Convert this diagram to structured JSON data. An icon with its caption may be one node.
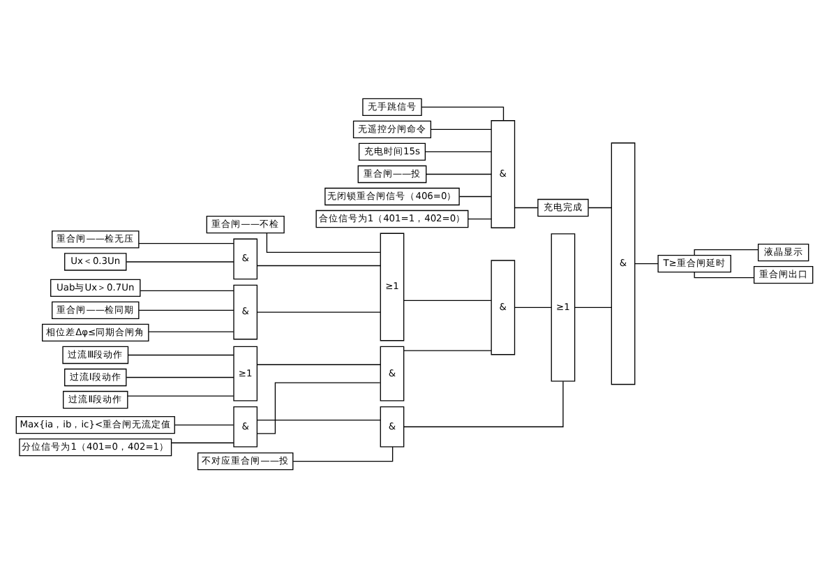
{
  "diagram": {
    "nodes": [
      {
        "text": [
          "重合闸——投"
        ]
      },
      {
        "text": [
          "无闭锁重合闸信号（406=0）"
        ]
      },
      {
        "text": [
          "合位信号为1（401=1，402=0）"
        ]
      },
      {
        "text": [
          "无手跳信号"
        ]
      },
      {
        "text": [
          "无遥控分闸命令"
        ]
      },
      {
        "text": [
          "充电时间15s"
        ]
      },
      {
        "text": [
          "&"
        ]
      },
      {
        "text": [
          "充电完成"
        ]
      },
      {
        "text": [
          "重合闸——不检"
        ]
      },
      {
        "text": [
          "重合闸——检无压"
        ]
      },
      {
        "text": [
          "Ux＜0.3Un"
        ]
      },
      {
        "text": [
          "&"
        ]
      },
      {
        "text": [
          "重合闸——检同期"
        ]
      },
      {
        "text": [
          "相位差Δφ≤同期合闸角"
        ]
      },
      {
        "text": [
          "Uab与Ux＞0.7Un"
        ]
      },
      {
        "text": [
          "&"
        ]
      },
      {
        "text": [
          "≥1"
        ]
      },
      {
        "text": [
          "过流Ⅰ段动作"
        ]
      },
      {
        "text": [
          "过流Ⅱ段动作"
        ]
      },
      {
        "text": [
          "过流Ⅲ段动作"
        ]
      },
      {
        "text": [
          "≥1"
        ]
      },
      {
        "text": [
          "Max{ia，ib，ic}<重合闸无流定值"
        ]
      },
      {
        "text": [
          "分位信号为1（401=0，402=1）"
        ]
      },
      {
        "text": [
          "&"
        ]
      },
      {
        "text": [
          "不对应重合闸——投"
        ]
      },
      {
        "text": [
          "&"
        ]
      },
      {
        "text": [
          "&"
        ]
      },
      {
        "text": [
          "&"
        ]
      },
      {
        "text": [
          "≥1"
        ]
      },
      {
        "text": [
          "&"
        ]
      },
      {
        "text": [
          "T≥重合闸延时"
        ]
      },
      {
        "text": [
          "液晶显示"
        ]
      },
      {
        "text": [
          "重合闸出口"
        ]
      }
    ],
    "edges": [
      {
        "from": 0,
        "to": 6,
        "arrow": "none"
      },
      {
        "from": 1,
        "to": 6,
        "arrow": "none"
      },
      {
        "from": 2,
        "to": 6,
        "arrow": "none"
      },
      {
        "from": 3,
        "to": 6,
        "arrow": "none"
      },
      {
        "from": 4,
        "to": 6,
        "arrow": "none"
      },
      {
        "from": 5,
        "to": 6,
        "arrow": "none"
      },
      {
        "from": 6,
        "to": 7,
        "arrow": "none"
      },
      {
        "from": 8,
        "to": 16,
        "arrow": "none"
      },
      {
        "from": 9,
        "to": 11,
        "arrow": "none"
      },
      {
        "from": 10,
        "to": 11,
        "arrow": "none"
      },
      {
        "from": 11,
        "to": 16,
        "arrow": "none"
      },
      {
        "from": 12,
        "to": 15,
        "arrow": "none"
      },
      {
        "from": 13,
        "to": 15,
        "arrow": "none"
      },
      {
        "from": 14,
        "to": 15,
        "arrow": "none"
      },
      {
        "from": 15,
        "to": 16,
        "arrow": "none"
      },
      {
        "from": 17,
        "to": 20,
        "arrow": "none"
      },
      {
        "from": 18,
        "to": 20,
        "arrow": "none"
      },
      {
        "from": 19,
        "to": 20,
        "arrow": "none"
      },
      {
        "from": 21,
        "to": 23,
        "arrow": "none"
      },
      {
        "from": 22,
        "to": 23,
        "arrow": "none"
      },
      {
        "from": 20,
        "to": 25,
        "arrow": "none"
      },
      {
        "from": 23,
        "to": 25,
        "arrow": "none"
      },
      {
        "from": 23,
        "to": 26,
        "arrow": "none"
      },
      {
        "from": 24,
        "to": 26,
        "arrow": "none"
      },
      {
        "from": 16,
        "to": 27,
        "arrow": "none"
      },
      {
        "from": 25,
        "to": 27,
        "arrow": "none"
      },
      {
        "from": 27,
        "to": 28,
        "arrow": "none"
      },
      {
        "from": 26,
        "to": 28,
        "arrow": "none"
      },
      {
        "from": 7,
        "to": 29,
        "arrow": "none"
      },
      {
        "from": 28,
        "to": 29,
        "arrow": "none"
      },
      {
        "from": 29,
        "to": 30,
        "arrow": "none"
      },
      {
        "from": 30,
        "to": 31,
        "arrow": "none"
      },
      {
        "from": 30,
        "to": 32,
        "arrow": "none"
      }
    ]
  }
}
